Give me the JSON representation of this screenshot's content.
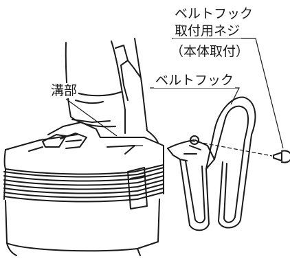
{
  "labels": {
    "groove": "溝部",
    "belt_hook_screw_line1": "ベルトフック",
    "belt_hook_screw_line2": "取付用ネジ",
    "belt_hook_screw_line3": "（本体取付）",
    "belt_hook": "ベルトフック"
  },
  "colors": {
    "line": "#1a1a1a",
    "fill": "#ffffff"
  },
  "icons": {
    "tool": "cordless-tool-body-icon",
    "battery": "battery-pack-icon",
    "hook": "belt-hook-icon",
    "screw": "screw-icon"
  }
}
